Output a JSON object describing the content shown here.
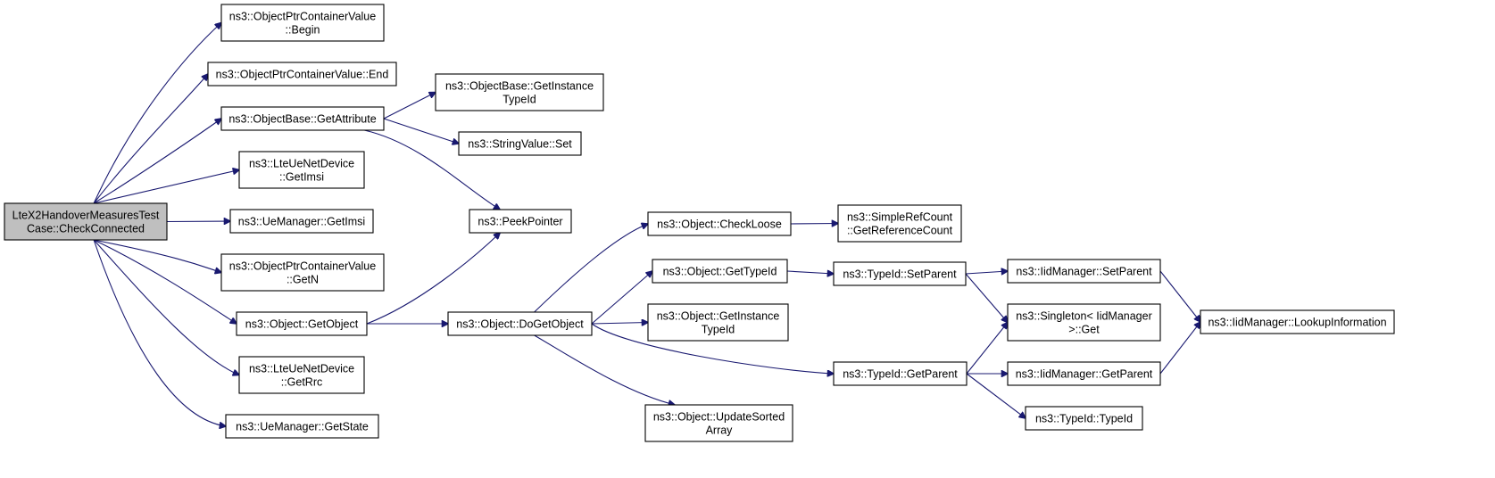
{
  "diagram": {
    "type": "call-graph",
    "edge_color": "#191970",
    "root_fill": "#bfbfbf",
    "nodes": [
      {
        "id": "root",
        "lines": [
          "LteX2HandoverMeasuresTest",
          "Case::CheckConnected"
        ],
        "root": true
      },
      {
        "id": "n1",
        "lines": [
          "ns3::ObjectPtrContainerValue",
          "::Begin"
        ]
      },
      {
        "id": "n2",
        "lines": [
          "ns3::ObjectPtrContainerValue::End"
        ]
      },
      {
        "id": "n3",
        "lines": [
          "ns3::ObjectBase::GetAttribute"
        ]
      },
      {
        "id": "n4",
        "lines": [
          "ns3::LteUeNetDevice",
          "::GetImsi"
        ]
      },
      {
        "id": "n5",
        "lines": [
          "ns3::UeManager::GetImsi"
        ]
      },
      {
        "id": "n6",
        "lines": [
          "ns3::ObjectPtrContainerValue",
          "::GetN"
        ]
      },
      {
        "id": "n7",
        "lines": [
          "ns3::Object::GetObject"
        ]
      },
      {
        "id": "n8",
        "lines": [
          "ns3::LteUeNetDevice",
          "::GetRrc"
        ]
      },
      {
        "id": "n9",
        "lines": [
          "ns3::UeManager::GetState"
        ]
      },
      {
        "id": "n10",
        "lines": [
          "ns3::ObjectBase::GetInstance",
          "TypeId"
        ]
      },
      {
        "id": "n11",
        "lines": [
          "ns3::StringValue::Set"
        ]
      },
      {
        "id": "n12",
        "lines": [
          "ns3::PeekPointer"
        ]
      },
      {
        "id": "n13",
        "lines": [
          "ns3::Object::DoGetObject"
        ]
      },
      {
        "id": "n14",
        "lines": [
          "ns3::Object::CheckLoose"
        ]
      },
      {
        "id": "n15",
        "lines": [
          "ns3::Object::GetTypeId"
        ]
      },
      {
        "id": "n16",
        "lines": [
          "ns3::Object::GetInstance",
          "TypeId"
        ]
      },
      {
        "id": "n17",
        "lines": [
          "ns3::Object::UpdateSorted",
          "Array"
        ]
      },
      {
        "id": "n18",
        "lines": [
          "ns3::SimpleRefCount",
          "::GetReferenceCount"
        ]
      },
      {
        "id": "n19",
        "lines": [
          "ns3::TypeId::SetParent"
        ]
      },
      {
        "id": "n20",
        "lines": [
          "ns3::TypeId::GetParent"
        ]
      },
      {
        "id": "n21",
        "lines": [
          "ns3::IidManager::SetParent"
        ]
      },
      {
        "id": "n22",
        "lines": [
          "ns3::Singleton< IidManager",
          " >::Get"
        ]
      },
      {
        "id": "n23",
        "lines": [
          "ns3::IidManager::GetParent"
        ]
      },
      {
        "id": "n24",
        "lines": [
          "ns3::TypeId::TypeId"
        ]
      },
      {
        "id": "n25",
        "lines": [
          "ns3::IidManager::LookupInformation"
        ]
      }
    ],
    "edges": [
      [
        "root",
        "n1"
      ],
      [
        "root",
        "n2"
      ],
      [
        "root",
        "n3"
      ],
      [
        "root",
        "n4"
      ],
      [
        "root",
        "n5"
      ],
      [
        "root",
        "n6"
      ],
      [
        "root",
        "n7"
      ],
      [
        "root",
        "n8"
      ],
      [
        "root",
        "n9"
      ],
      [
        "n3",
        "n10"
      ],
      [
        "n3",
        "n11"
      ],
      [
        "n3",
        "n12"
      ],
      [
        "n7",
        "n12"
      ],
      [
        "n7",
        "n13"
      ],
      [
        "n13",
        "n14"
      ],
      [
        "n13",
        "n15"
      ],
      [
        "n13",
        "n16"
      ],
      [
        "n13",
        "n20"
      ],
      [
        "n13",
        "n17"
      ],
      [
        "n14",
        "n18"
      ],
      [
        "n15",
        "n19"
      ],
      [
        "n19",
        "n21"
      ],
      [
        "n19",
        "n22"
      ],
      [
        "n20",
        "n22"
      ],
      [
        "n20",
        "n23"
      ],
      [
        "n20",
        "n24"
      ],
      [
        "n21",
        "n25"
      ],
      [
        "n23",
        "n25"
      ]
    ]
  }
}
